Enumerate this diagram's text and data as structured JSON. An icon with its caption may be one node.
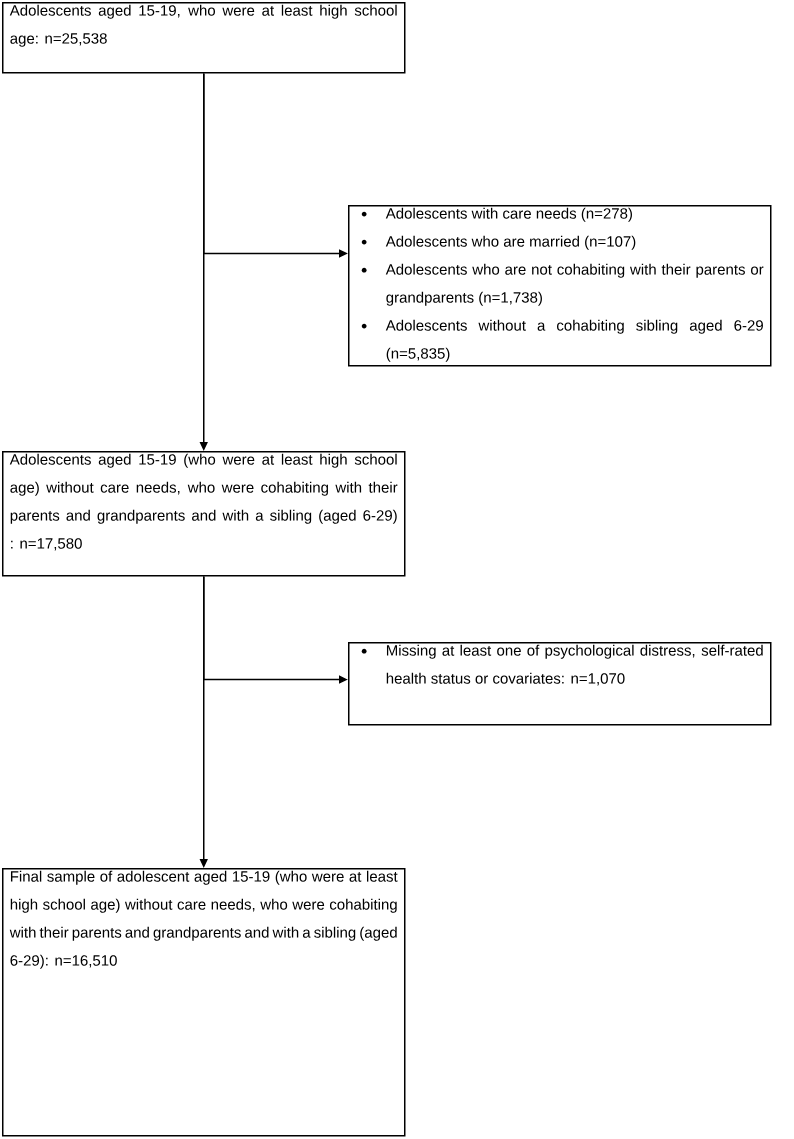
{
  "diagram": {
    "nodes": [
      {
        "text": [
          "Adolescents aged 15-19, who were at least high school age: n=25,538"
        ]
      },
      {
        "text": [
          "Adolescents with care needs (n=278)",
          "Adolescents who are married (n=107)",
          "Adolescents who are not cohabiting with their parents or grandparents (n=1,738)",
          "Adolescents without a cohabiting sibling aged 6-29 (n=5,835)"
        ]
      },
      {
        "text": [
          "Adolescents aged 15-19 (who were at least high school age) without care needs, who were cohabiting with their parents and grandparents and with a sibling (aged 6-29) : n=17,580"
        ]
      },
      {
        "text": [
          "Missing at least one of psychological distress, self-rated health status or covariates: n=1,070"
        ]
      },
      {
        "text": [
          "Final sample of adolescent aged 15-19 (who were at least high school age) without care needs, who were cohabiting with their parents and grandparents and with a sibling (aged 6-29): n=16,510"
        ]
      }
    ],
    "edges": [
      {
        "from": 0,
        "to": 2,
        "arrow": "to"
      },
      {
        "from": 0,
        "to": 1,
        "arrow": "to"
      },
      {
        "from": 2,
        "to": 4,
        "arrow": "to"
      },
      {
        "from": 2,
        "to": 3,
        "arrow": "to"
      }
    ]
  }
}
